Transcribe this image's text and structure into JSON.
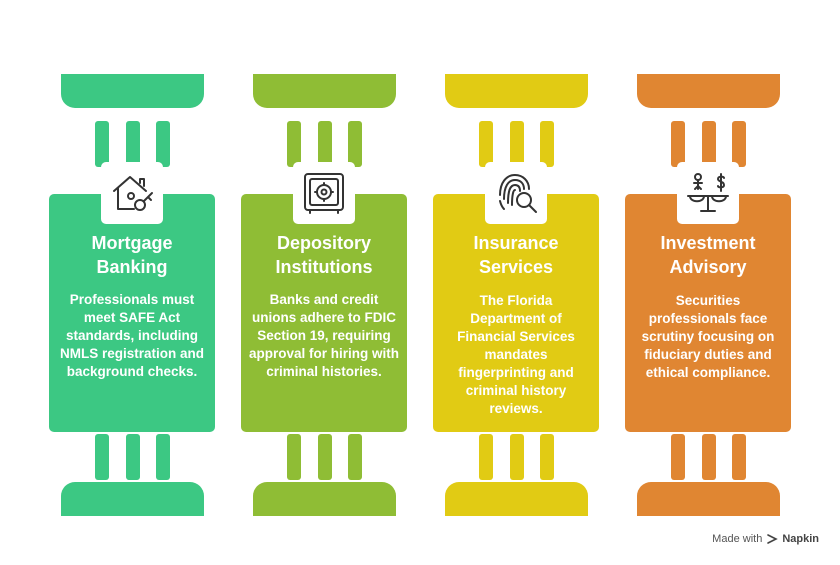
{
  "colors": {
    "green_light": "#3cc883",
    "green_dark": "#3cc883",
    "lime": "#8fbd35",
    "yellow": "#e1cb14",
    "orange": "#e08632",
    "icon_stroke": "#333333"
  },
  "pillars": [
    {
      "title_line1": "Mortgage",
      "title_line2": "Banking",
      "description": "Professionals must meet SAFE Act standards, including NMLS registration and background checks.",
      "icon": "house-key-icon"
    },
    {
      "title_line1": "Depository",
      "title_line2": "Institutions",
      "description": "Banks and credit unions adhere to FDIC Section 19, requiring approval for hiring with criminal histories.",
      "icon": "safe-icon"
    },
    {
      "title_line1": "Insurance",
      "title_line2": "Services",
      "description": "The Florida Department of Financial Services mandates fingerprinting and criminal history reviews.",
      "icon": "fingerprint-search-icon"
    },
    {
      "title_line1": "Investment",
      "title_line2": "Advisory",
      "description": "Securities professionals face scrutiny focusing on fiduciary duties and ethical compliance.",
      "icon": "advisor-scale-icon"
    }
  ],
  "footer": {
    "made_with": "Made with",
    "brand": "Napkin"
  }
}
